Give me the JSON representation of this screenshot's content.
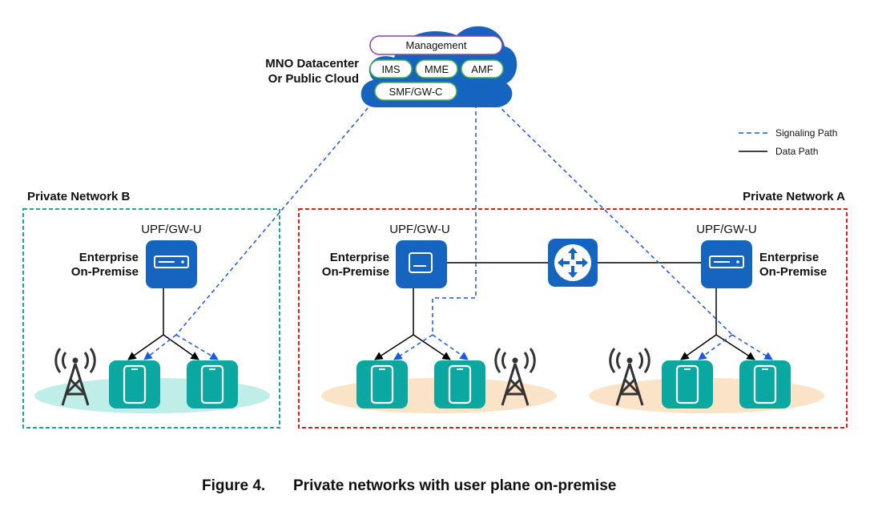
{
  "cloud": {
    "label_line1": "MNO Datacenter",
    "label_line2": "Or Public Cloud",
    "functions": {
      "management": "Management",
      "ims": "IMS",
      "mme": "MME",
      "amf": "AMF",
      "smf": "SMF/GW-C"
    }
  },
  "legend": {
    "signaling": "Signaling Path",
    "data": "Data Path"
  },
  "network_b": {
    "title": "Private Network B",
    "upf_label": "UPF/GW-U",
    "site_line1": "Enterprise",
    "site_line2": "On-Premise"
  },
  "network_a": {
    "title": "Private Network A",
    "upf_left_label": "UPF/GW-U",
    "site_left_line1": "Enterprise",
    "site_left_line2": "On-Premise",
    "upf_right_label": "UPF/GW-U",
    "site_right_line1": "Enterprise",
    "site_right_line2": "On-Premise"
  },
  "caption": {
    "figure": "Figure 4.",
    "text": "Private networks with user plane on-premise"
  },
  "colors": {
    "cloud": "#1565c0",
    "device_blue": "#1565c0",
    "phone_teal": "#0aa8a0",
    "signaling": "#1a56e8",
    "network_b_border": "#1aa59a",
    "network_a_border": "#e02020",
    "ellipse_b": "#bfeee8",
    "ellipse_a": "#fbe3c8",
    "mgmt_border": "#8e3fa8",
    "func_border": "#4caf50"
  }
}
